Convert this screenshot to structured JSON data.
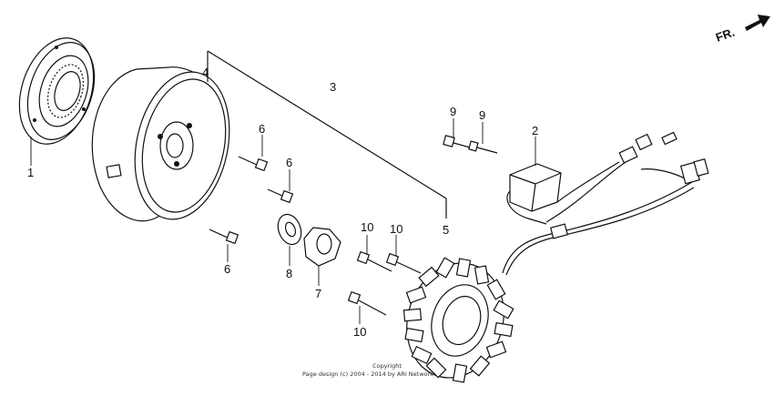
{
  "direction_label": "FR.",
  "callouts": [
    {
      "num": "1"
    },
    {
      "num": "2"
    },
    {
      "num": "3"
    },
    {
      "num": "4"
    },
    {
      "num": "5"
    },
    {
      "num": "6"
    },
    {
      "num": "6"
    },
    {
      "num": "6"
    },
    {
      "num": "7"
    },
    {
      "num": "8"
    },
    {
      "num": "9"
    },
    {
      "num": "9"
    },
    {
      "num": "10"
    },
    {
      "num": "10"
    },
    {
      "num": "10"
    }
  ],
  "copyright": {
    "line1": "Copyright",
    "line2": "Page design (c) 2004 - 2014 by ARI Network"
  }
}
